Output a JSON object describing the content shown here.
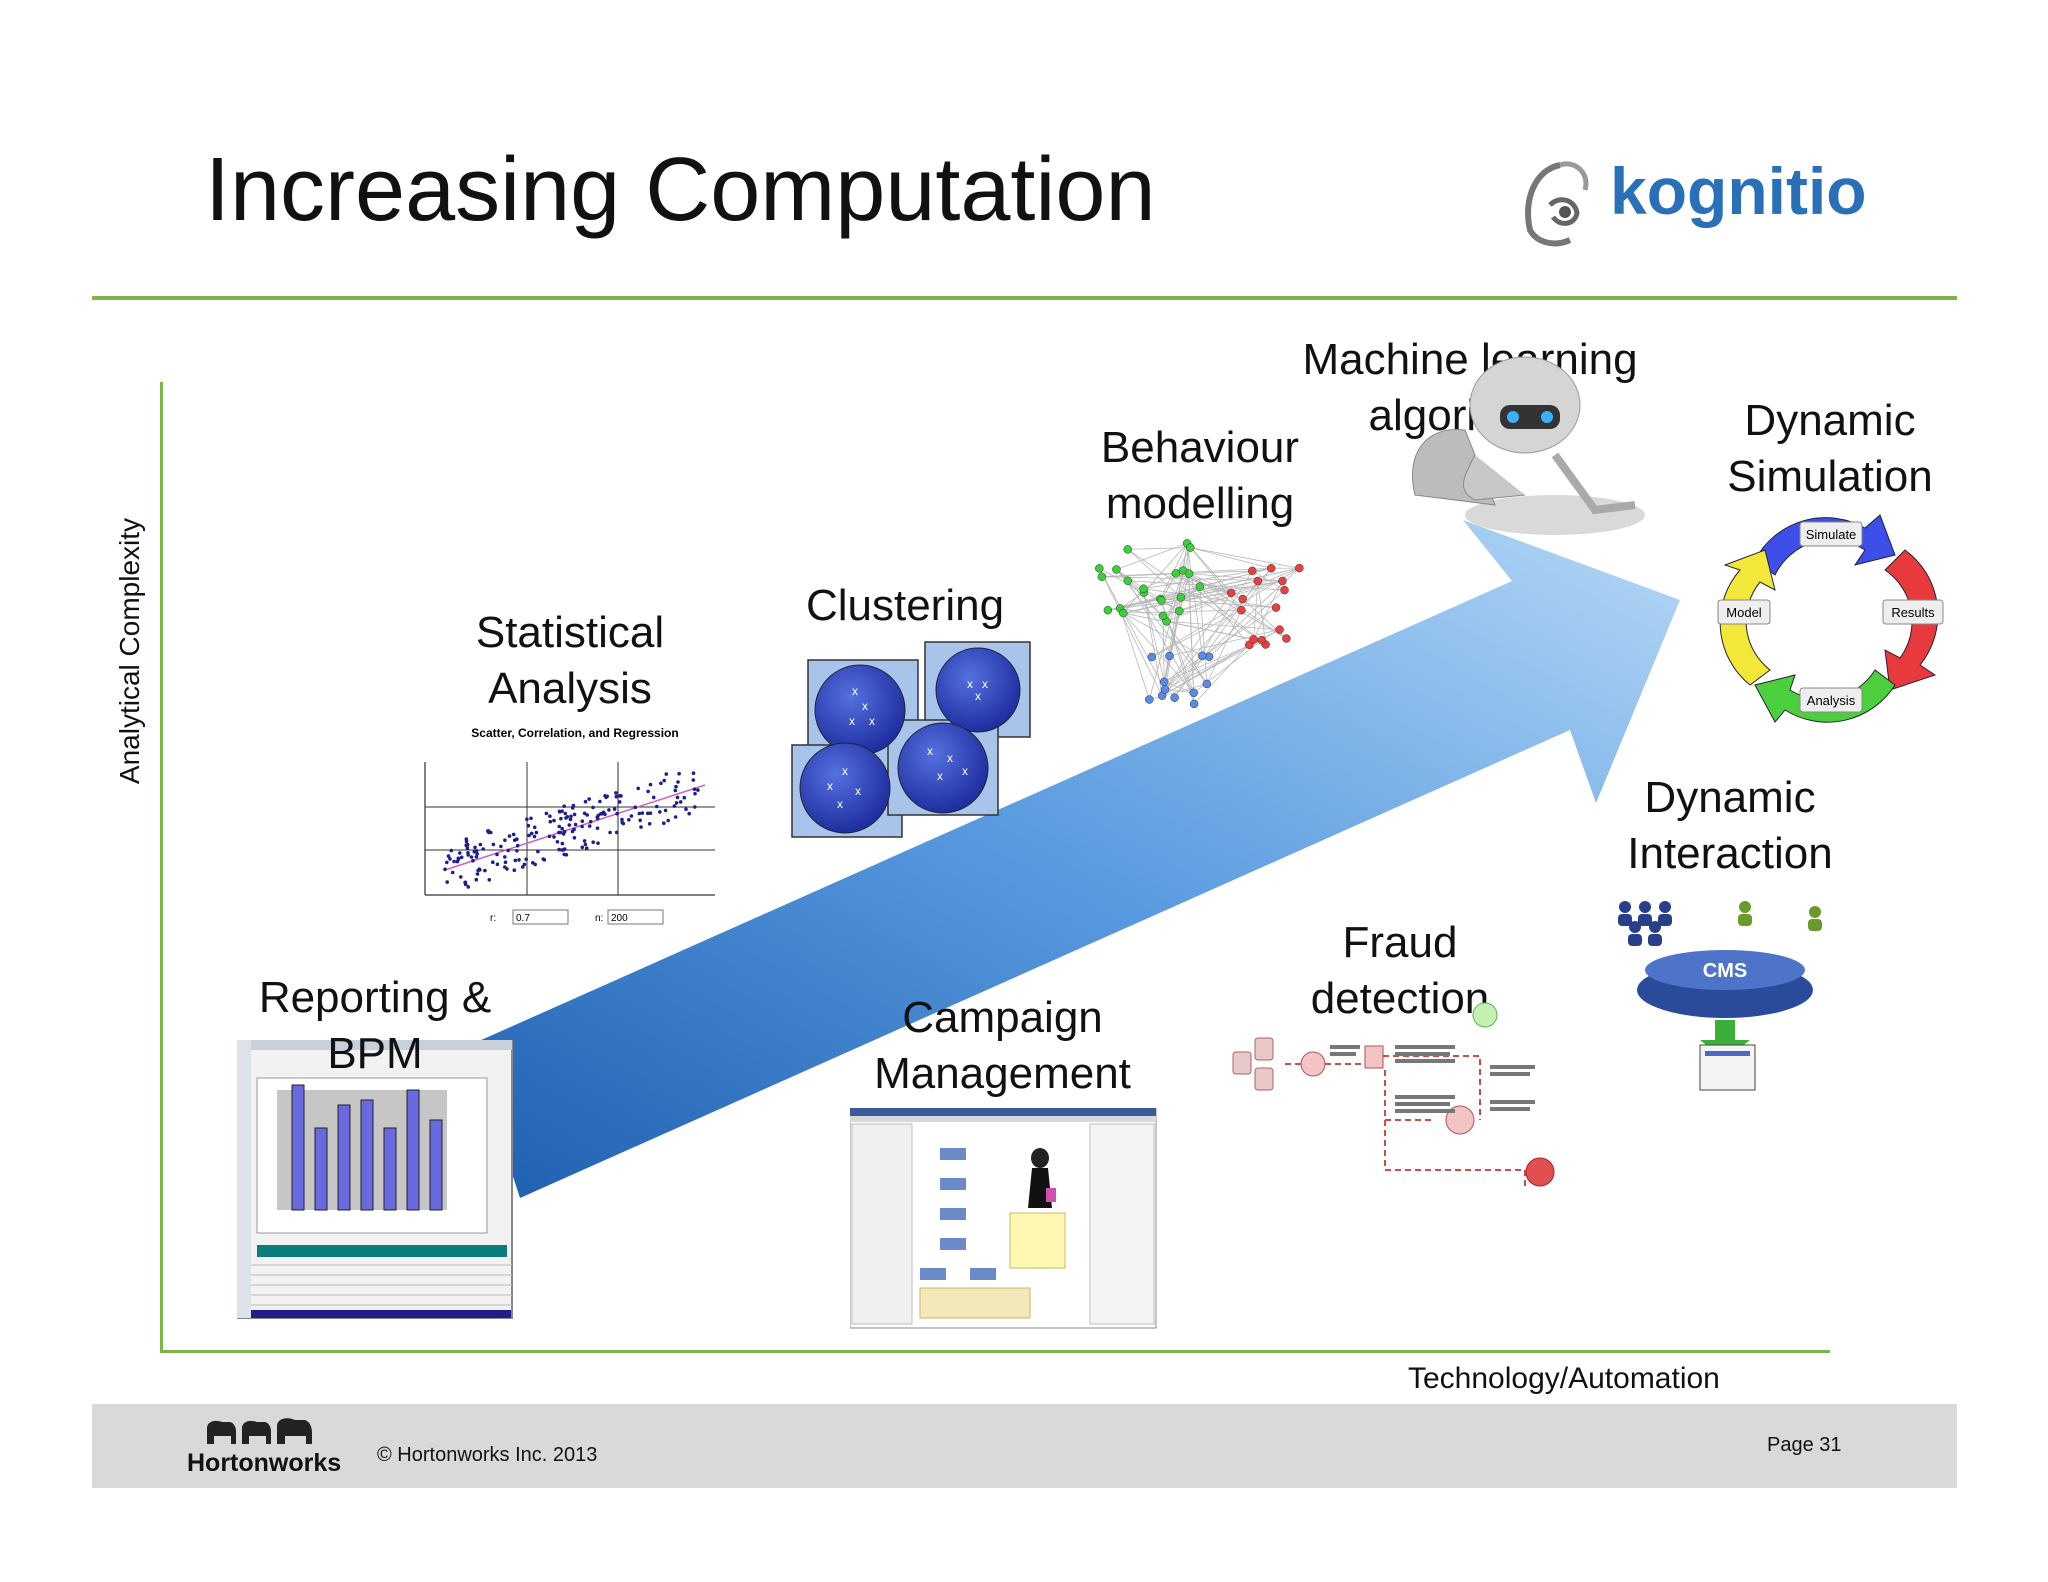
{
  "title": "Increasing Computation",
  "logo": {
    "text": "kognitio"
  },
  "axes": {
    "y_label": "Analytical Complexity",
    "x_label": "Technology/Automation"
  },
  "stages": {
    "reporting": "Reporting & BPM",
    "statistical": "Statistical Analysis",
    "clustering": "Clustering",
    "campaign": "Campaign Management",
    "behaviour": "Behaviour modelling",
    "machine_learning": "Machine learning algorithms",
    "fraud": "Fraud detection",
    "dynamic_simulation": "Dynamic Simulation",
    "dynamic_interaction": "Dynamic Interaction"
  },
  "scatter_thumb": {
    "title": "Scatter, Correlation, and Regression",
    "r_label": "r:",
    "r_value": "0.7",
    "n_label": "n:",
    "n_value": "200"
  },
  "cycle": {
    "steps": [
      "Simulate",
      "Results",
      "Analysis",
      "Model"
    ]
  },
  "cms": {
    "label": "CMS"
  },
  "footer": {
    "brand": "Hortonworks",
    "copyright": "© Hortonworks Inc. 2013",
    "page": "Page 31"
  }
}
